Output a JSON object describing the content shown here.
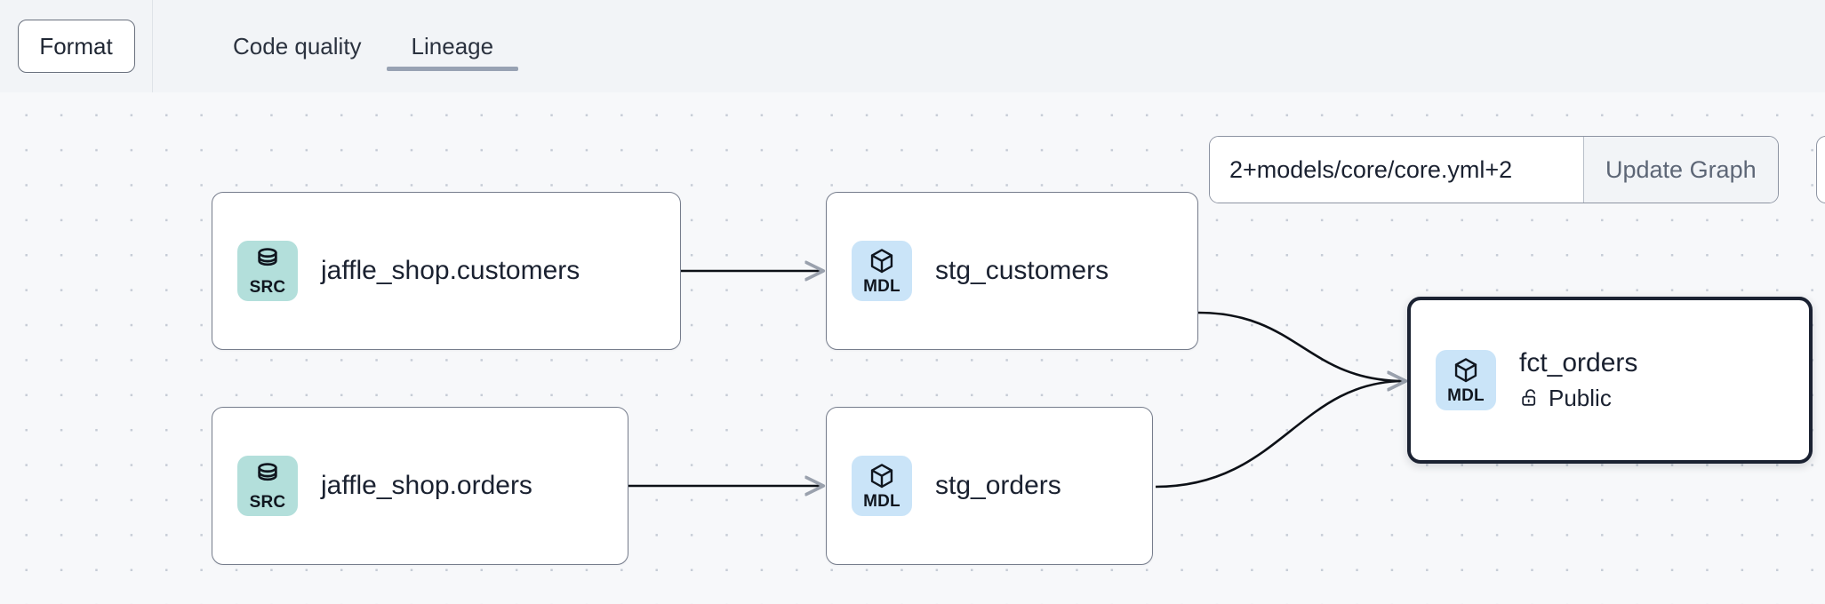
{
  "toolbar": {
    "format_label": "Format",
    "tabs": [
      {
        "label": "Code quality",
        "active": false
      },
      {
        "label": "Lineage",
        "active": true
      }
    ]
  },
  "selector": {
    "value": "2+models/core/core.yml+2",
    "placeholder": "2+models/core/core.yml+2",
    "update_label": "Update Graph"
  },
  "graph": {
    "nodes": [
      {
        "id": "src_customers",
        "badge": "SRC",
        "badge_type": "src",
        "title": "jaffle_shop.customers",
        "subtitle": "",
        "selected": false
      },
      {
        "id": "src_orders",
        "badge": "SRC",
        "badge_type": "src",
        "title": "jaffle_shop.orders",
        "subtitle": "",
        "selected": false
      },
      {
        "id": "stg_customers",
        "badge": "MDL",
        "badge_type": "mdl",
        "title": "stg_customers",
        "subtitle": "",
        "selected": false
      },
      {
        "id": "stg_orders",
        "badge": "MDL",
        "badge_type": "mdl",
        "title": "stg_orders",
        "subtitle": "",
        "selected": false
      },
      {
        "id": "fct_orders",
        "badge": "MDL",
        "badge_type": "mdl",
        "title": "fct_orders",
        "subtitle": "Public",
        "selected": true
      }
    ],
    "edges": [
      {
        "from": "src_customers",
        "to": "stg_customers"
      },
      {
        "from": "src_orders",
        "to": "stg_orders"
      },
      {
        "from": "stg_customers",
        "to": "fct_orders"
      },
      {
        "from": "stg_orders",
        "to": "fct_orders"
      }
    ]
  },
  "colors": {
    "src_badge": "#b3dfdb",
    "mdl_badge": "#cae4f8",
    "canvas": "#f7f8fa",
    "header": "#f2f4f7",
    "active_tab_underline": "#98a2b3",
    "selected_node_border": "#1b2232",
    "edge": "#0d1117"
  }
}
